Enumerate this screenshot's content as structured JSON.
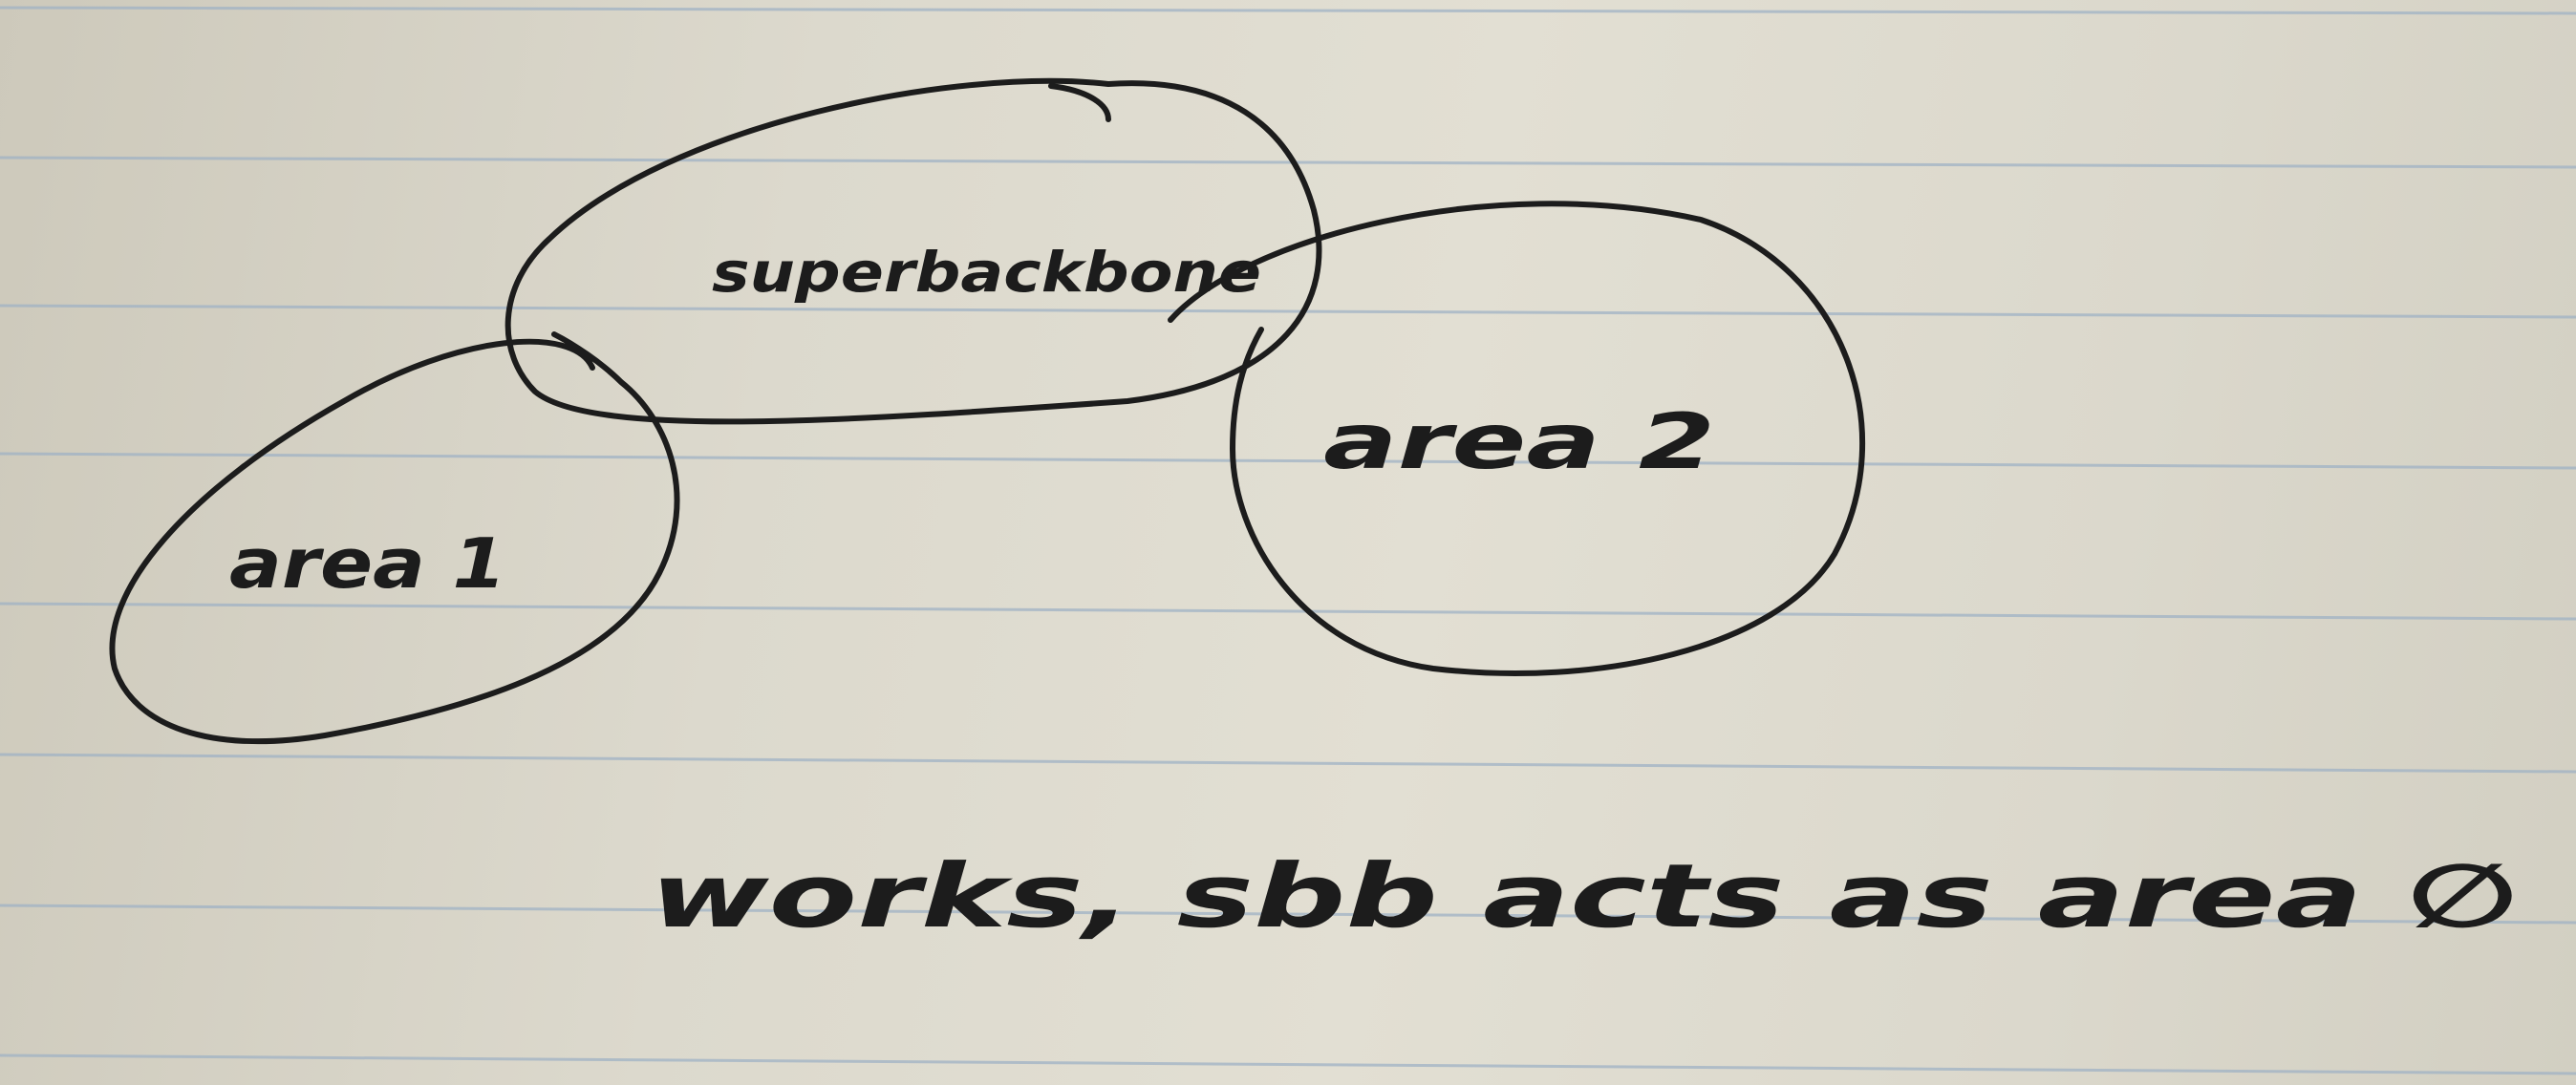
{
  "diagram": {
    "nodes": [
      {
        "id": "superbackbone",
        "label": "superbackbone"
      },
      {
        "id": "area2",
        "label": "area 2"
      },
      {
        "id": "area1",
        "label": "area 1"
      }
    ],
    "note": "works, sbb acts as area ∅"
  },
  "colors": {
    "paper": "#dcd9cd",
    "rule_lines": "#9fb2c4",
    "ink": "#1c1c1c"
  }
}
